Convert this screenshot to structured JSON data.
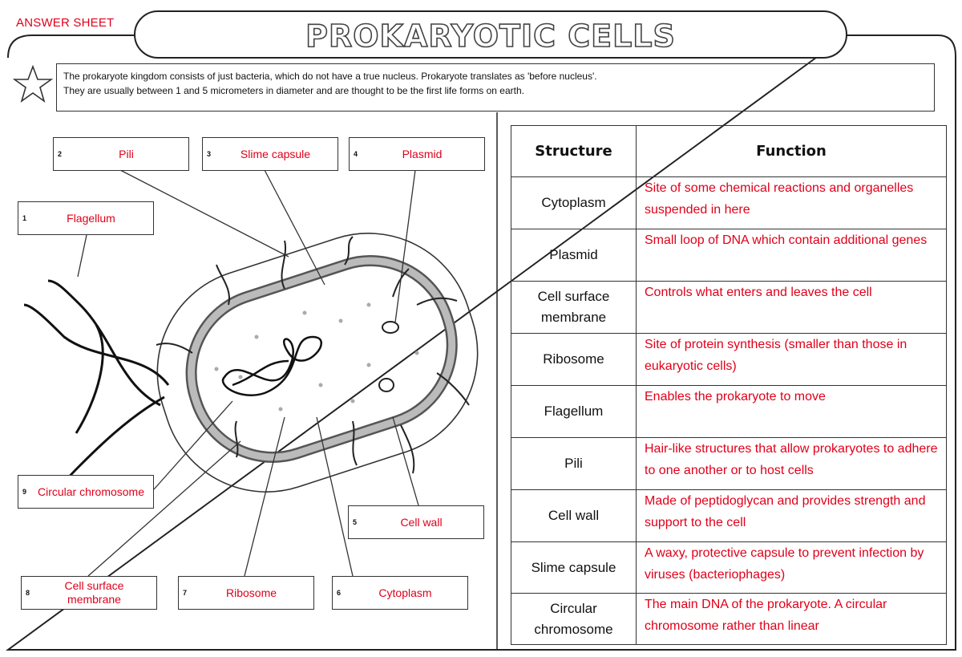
{
  "header": {
    "answer_tag": "ANSWER SHEET",
    "title": "PROKARYOTIC CELLS"
  },
  "intro": {
    "line1": "The prokaryote kingdom consists of just bacteria, which do not have a true nucleus. Prokaryote translates as 'before nucleus'.",
    "line2": "They are usually between 1 and 5 micrometers in diameter and are thought to be the first life forms on earth."
  },
  "labels": [
    {
      "num": "2",
      "text": "Pili"
    },
    {
      "num": "3",
      "text": "Slime capsule"
    },
    {
      "num": "4",
      "text": "Plasmid"
    },
    {
      "num": "1",
      "text": "Flagellum"
    },
    {
      "num": "9",
      "text": "Circular chromosome"
    },
    {
      "num": "5",
      "text": "Cell wall"
    },
    {
      "num": "8",
      "text": "Cell surface membrane"
    },
    {
      "num": "7",
      "text": "Ribosome"
    },
    {
      "num": "6",
      "text": "Cytoplasm"
    }
  ],
  "table": {
    "headers": {
      "structure": "Structure",
      "function": "Function"
    },
    "rows": [
      {
        "structure": "Cytoplasm",
        "function": "Site of some chemical reactions and organelles suspended in here"
      },
      {
        "structure": "Plasmid",
        "function": "Small loop of DNA which contain additional genes"
      },
      {
        "structure": "Cell surface membrane",
        "function": "Controls what enters and leaves the cell"
      },
      {
        "structure": "Ribosome",
        "function": "Site of protein synthesis (smaller than those in eukaryotic cells)"
      },
      {
        "structure": "Flagellum",
        "function": "Enables the prokaryote to move"
      },
      {
        "structure": "Pili",
        "function": "Hair-like structures that allow prokaryotes to adhere to one another or to host cells"
      },
      {
        "structure": "Cell wall",
        "function": "Made of peptidoglycan and provides strength and support to the cell"
      },
      {
        "structure": "Slime capsule",
        "function": "A waxy, protective capsule to prevent infection by viruses (bacteriophages)"
      },
      {
        "structure": "Circular chromosome",
        "function": "The main DNA of the prokaryote. A circular chromosome rather than linear"
      }
    ]
  },
  "colors": {
    "answer_red": "#e0001a",
    "line": "#222222"
  }
}
